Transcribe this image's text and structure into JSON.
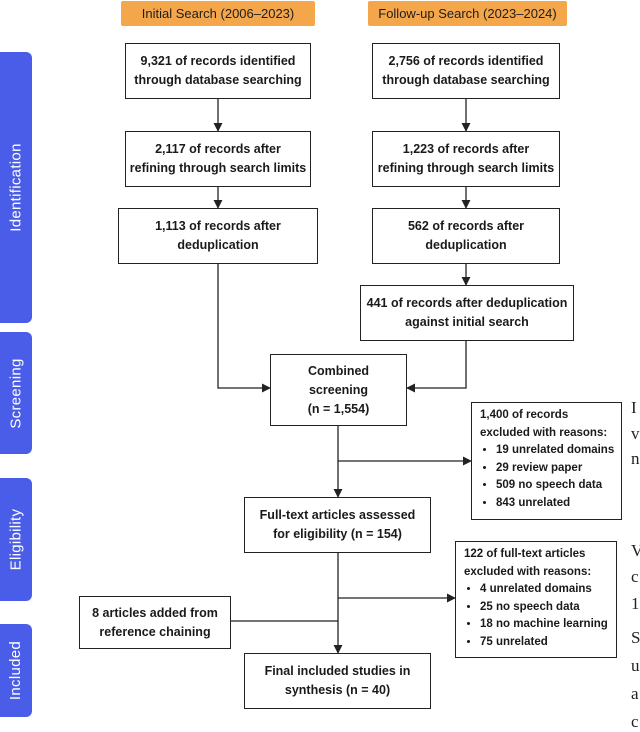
{
  "headers": {
    "initial": "Initial Search (2006–2023)",
    "followup": "Follow-up Search (2023–2024)"
  },
  "phases": {
    "identification": "Identification",
    "screening": "Screening",
    "eligibility": "Eligibility",
    "included": "Included"
  },
  "boxes": {
    "init_identified": [
      "9,321 of records identified",
      "through database searching"
    ],
    "init_refined": [
      "2,117 of records after",
      "refining through search limits"
    ],
    "init_dedup": [
      "1,113 of records after",
      "deduplication"
    ],
    "fu_identified": [
      "2,756 of records identified",
      "through database searching"
    ],
    "fu_refined": [
      "1,223 of records after",
      "refining through search limits"
    ],
    "fu_dedup": [
      "562 of records after",
      "deduplication"
    ],
    "fu_dedup_initial": [
      "441 of records after deduplication",
      "against initial search"
    ],
    "combined": [
      "Combined",
      "screening",
      "(n = 1,554)"
    ],
    "fulltext": [
      "Full-text articles assessed",
      "for eligibility (n = 154)"
    ],
    "added": [
      "8 articles added from",
      "reference chaining"
    ],
    "final": [
      "Final included studies in",
      "synthesis (n = 40)"
    ]
  },
  "exclusions": {
    "screening": {
      "title": [
        "1,400 of records",
        "excluded with reasons:"
      ],
      "items": [
        "19 unrelated domains",
        "29 review paper",
        "509 no speech data",
        "843 unrelated"
      ]
    },
    "eligibility": {
      "title": [
        "122 of full-text articles",
        "excluded with reasons:"
      ],
      "items": [
        "4 unrelated domains",
        "25 no speech data",
        "18 no machine learning",
        "75 unrelated"
      ]
    }
  },
  "colors": {
    "header_bg": "#f4a64a",
    "phase_bg": "#4a5de8",
    "line": "#222222"
  },
  "cutoff_glyphs": [
    "I",
    "v",
    "n",
    "V",
    "c",
    "1",
    "S",
    "u",
    "a",
    "c"
  ]
}
